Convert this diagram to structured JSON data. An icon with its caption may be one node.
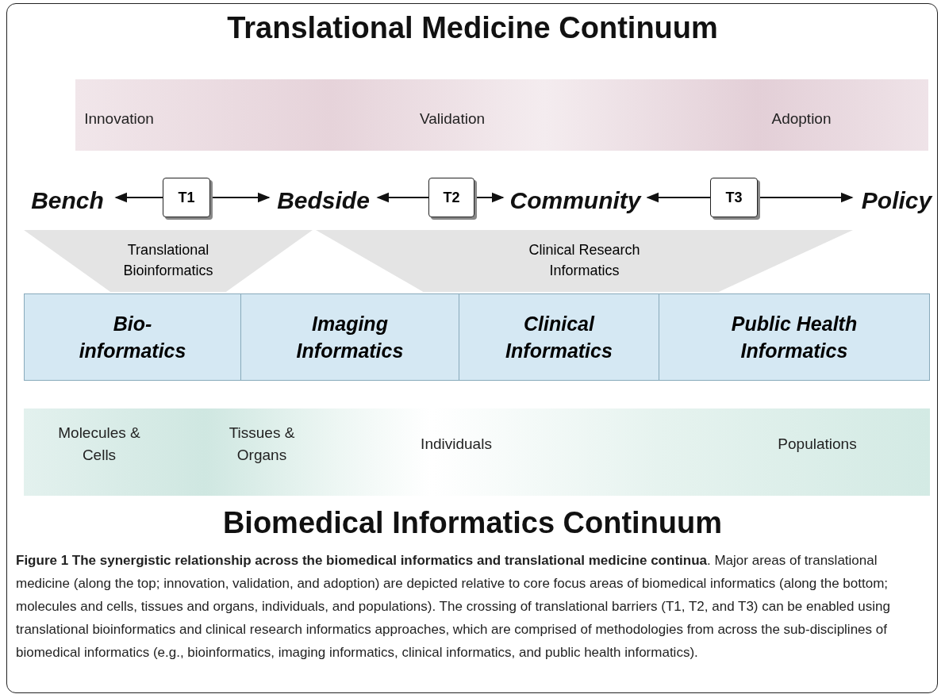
{
  "diagram": {
    "title": "Translational Medicine Continuum",
    "caption": "**Figure 1 The synergistic relationship across the biomedical informatics and translational medicine continua**. Major areas of translational medicine (along the top; innovation, validation, and adoption) are depicted relative to core focus areas of biomedical informatics (along the bottom; molecules and cells, tissues and organs, individuals, and populations). The crossing of translational barriers (T1, T2, and T3) can be enabled using translational bioinformatics and clinical research informatics approaches, which are comprised of methodologies from across the sub-disciplines of biomedical informatics (e.g., bioinformatics, imaging informatics, clinical informatics, and public health informatics).",
    "nodes": [
      {
        "text": [
          "Innovation",
          "Validation",
          "Adoption"
        ]
      },
      {
        "text": [
          "Bench"
        ]
      },
      {
        "text": [
          "T1"
        ]
      },
      {
        "text": [
          "Bedside"
        ]
      },
      {
        "text": [
          "T2"
        ]
      },
      {
        "text": [
          "Community"
        ]
      },
      {
        "text": [
          "T3"
        ]
      },
      {
        "text": [
          "Policy"
        ]
      },
      {
        "text": [
          "Translational Bioinformatics"
        ]
      },
      {
        "text": [
          "Clinical Research Informatics"
        ]
      },
      {
        "text": [
          "Bio- informatics"
        ]
      },
      {
        "text": [
          "Imaging Informatics"
        ]
      },
      {
        "text": [
          "Clinical Informatics"
        ]
      },
      {
        "text": [
          "Public Health Informatics"
        ]
      },
      {
        "text": [
          "Molecules & Cells",
          "Tissues & Organs",
          "Individuals",
          "Populations"
        ]
      }
    ],
    "edges": [
      {
        "from": 2,
        "to": 1,
        "arrow": "to"
      },
      {
        "from": 2,
        "to": 3,
        "arrow": "to"
      },
      {
        "from": 4,
        "to": 3,
        "arrow": "to"
      },
      {
        "from": 4,
        "to": 5,
        "arrow": "to"
      },
      {
        "from": 6,
        "to": 5,
        "arrow": "to"
      },
      {
        "from": 6,
        "to": 7,
        "arrow": "to"
      }
    ],
    "labels": [
      "Biomedical Informatics Continuum"
    ]
  }
}
